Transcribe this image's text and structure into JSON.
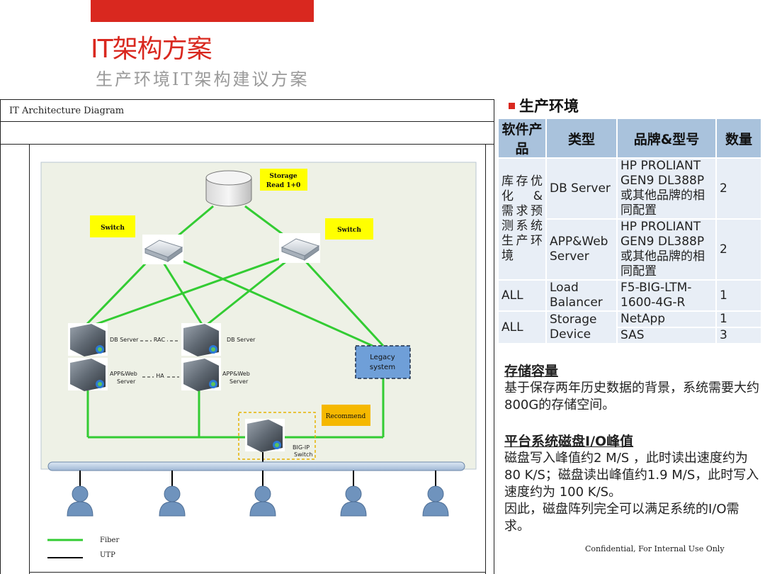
{
  "header": {
    "title": "IT架构方案",
    "subtitle": "生产环境IT架构建议方案"
  },
  "diagram": {
    "frame_title": "IT Architecture Diagram",
    "storage_label_1": "Storage",
    "storage_label_2": "Read 1+0",
    "switch_left_label": "Switch",
    "switch_right_label": "Switch",
    "db_server_left": "DB Server",
    "db_server_right": "DB Server",
    "rac_label": "RAC",
    "app_left_1": "APP&Web",
    "app_left_2": "Server",
    "app_right_1": "APP&Web",
    "app_right_2": "Server",
    "ha_label": "HA",
    "legacy_1": "Legacy",
    "legacy_2": "system",
    "recommend_label": "Recommend",
    "bigip_1": "BIG-IP",
    "bigip_2": "Switch",
    "legend_fiber": "Fiber",
    "legend_utp": "UTP",
    "colors": {
      "fiber": "#33cc33",
      "utp": "#000000",
      "label_yellow": "#ffff00",
      "recommend_orange": "#f5b800",
      "legacy_blue": "#6f9fd8",
      "bus_blue": "#b8cde4",
      "user_blue": "#6f93bd"
    }
  },
  "production": {
    "section_title": "生产环境",
    "table": {
      "headers": [
        "软件产品",
        "类型",
        "品牌&型号",
        "数量"
      ],
      "group1_product": "库存优化 & 需求预测系统生产环境",
      "row1": {
        "type": "DB Server",
        "model": "HP PROLIANT GEN9 DL388P 或其他品牌的相同配置",
        "qty": "2"
      },
      "row2": {
        "type": "APP&Web Server",
        "model": "HP PROLIANT GEN9 DL388P 或其他品牌的相同配置",
        "qty": "2"
      },
      "row3": {
        "product": "ALL",
        "type": "Load Balancer",
        "model": "F5-BIG-LTM-1600-4G-R",
        "qty": "1"
      },
      "row4": {
        "product": "ALL",
        "type": "Storage Device",
        "model_a": "NetApp",
        "qty_a": "1",
        "model_b": "SAS",
        "qty_b": "3"
      }
    }
  },
  "storage_capacity": {
    "heading": "存储容量",
    "text": "基于保存两年历史数据的背景，系统需要大约800G的存储空间。"
  },
  "disk_io": {
    "heading": "平台系统磁盘I/O峰值",
    "text": "磁盘写入峰值约2 M/S ，此时读出速度约为80 K/S；磁盘读出峰值约1.9 M/S，此时写入速度约为 100 K/S。",
    "conclusion": "因此，磁盘阵列完全可以满足系统的I/O需求。"
  },
  "footer": {
    "confidential": "Confidential, For Internal Use Only"
  }
}
